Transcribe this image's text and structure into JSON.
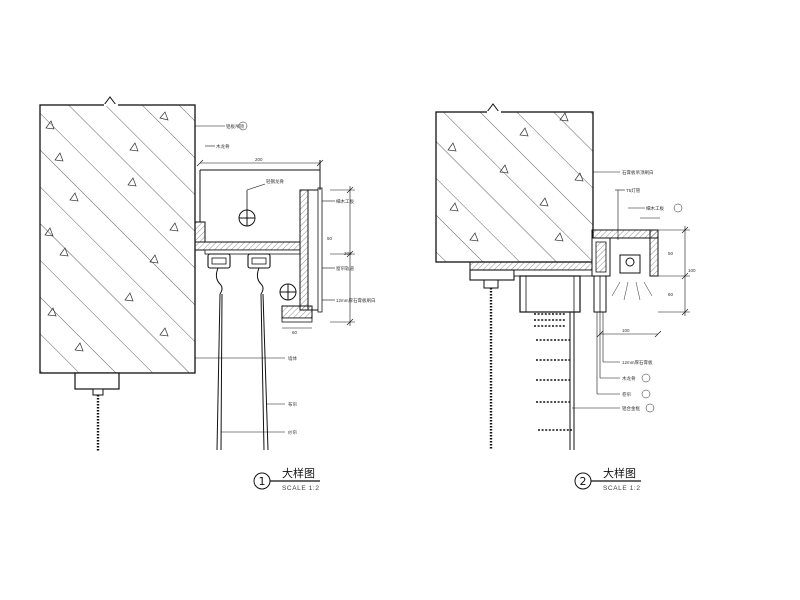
{
  "drawings": [
    {
      "number": "1",
      "title": "大样图",
      "scale": "SCALE 1:2",
      "labels": {
        "top_callout": "铝板吊顶",
        "wood_strip": "木龙骨",
        "dim_top": "200",
        "channel": "轻钢龙骨",
        "plate": "细木工板",
        "dim_side": "50",
        "dim_mid": "200",
        "hanger": "窗帘轨道",
        "board_note": "12mm厚石膏板刷白",
        "dim_bottom": "60",
        "wall": "墙体",
        "curtain_a": "布帘",
        "curtain_b": "纱帘"
      }
    },
    {
      "number": "2",
      "title": "大样图",
      "scale": "SCALE 1:2",
      "labels": {
        "top_callout": "石膏板吊顶刷白",
        "lamp": "T5灯管",
        "lamp_code": "细木工板",
        "dim_a": "50",
        "dim_b": "60",
        "dim_h": "100",
        "dim_w": "100",
        "note_1": "12mm厚石膏板",
        "note_2": "木龙骨",
        "note_3": "卷帘",
        "note_4": "铝合金框"
      }
    }
  ],
  "colors": {
    "line": "#1a1a1a",
    "hatch": "#333333",
    "ring": "#2a2a2a"
  }
}
